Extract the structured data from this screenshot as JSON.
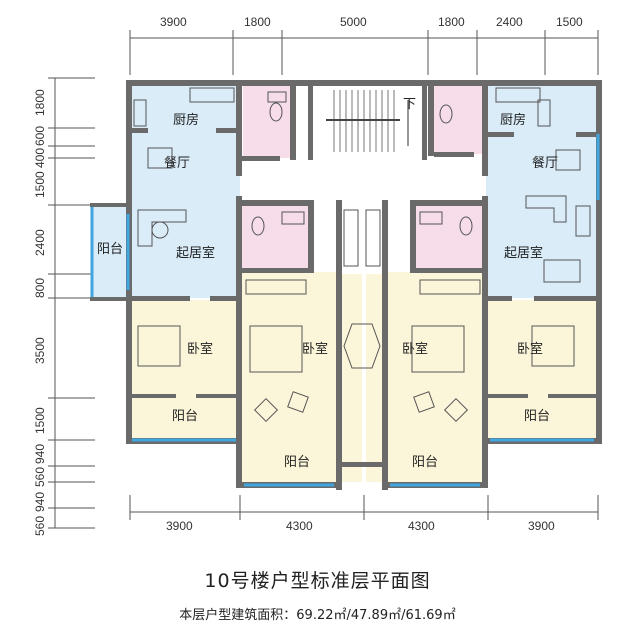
{
  "title": "10号楼户型标准层平面图",
  "area_line": "本层户型建筑面积：69.22㎡/47.89㎡/61.69㎡",
  "top_dims": [
    "3900",
    "1800",
    "5000",
    "1800",
    "2400",
    "1500"
  ],
  "bottom_dims": [
    "3900",
    "4300",
    "4300",
    "3900"
  ],
  "left_dims": [
    "1800",
    "600",
    "400",
    "1500",
    "2400",
    "800",
    "3500",
    "1500",
    "940",
    "560",
    "940",
    "560"
  ],
  "rooms": {
    "kitchen_left": "厨房",
    "kitchen_right": "厨房",
    "dining_left": "餐厅",
    "dining_right": "餐厅",
    "living_left": "起居室",
    "living_right": "起居室",
    "balcony_west": "阳台",
    "bed1": "卧室",
    "bed2": "卧室",
    "bed3": "卧室",
    "bed4": "卧室",
    "balcony1": "阳台",
    "balcony2": "阳台",
    "balcony3": "阳台",
    "balcony4": "阳台",
    "stair_down": "下"
  },
  "colors": {
    "blue_room": "#d9ecf8",
    "yellow_room": "#fbf6d9",
    "pink_room": "#f7dcea",
    "wall": "#666666",
    "window": "#3fa6e0"
  }
}
